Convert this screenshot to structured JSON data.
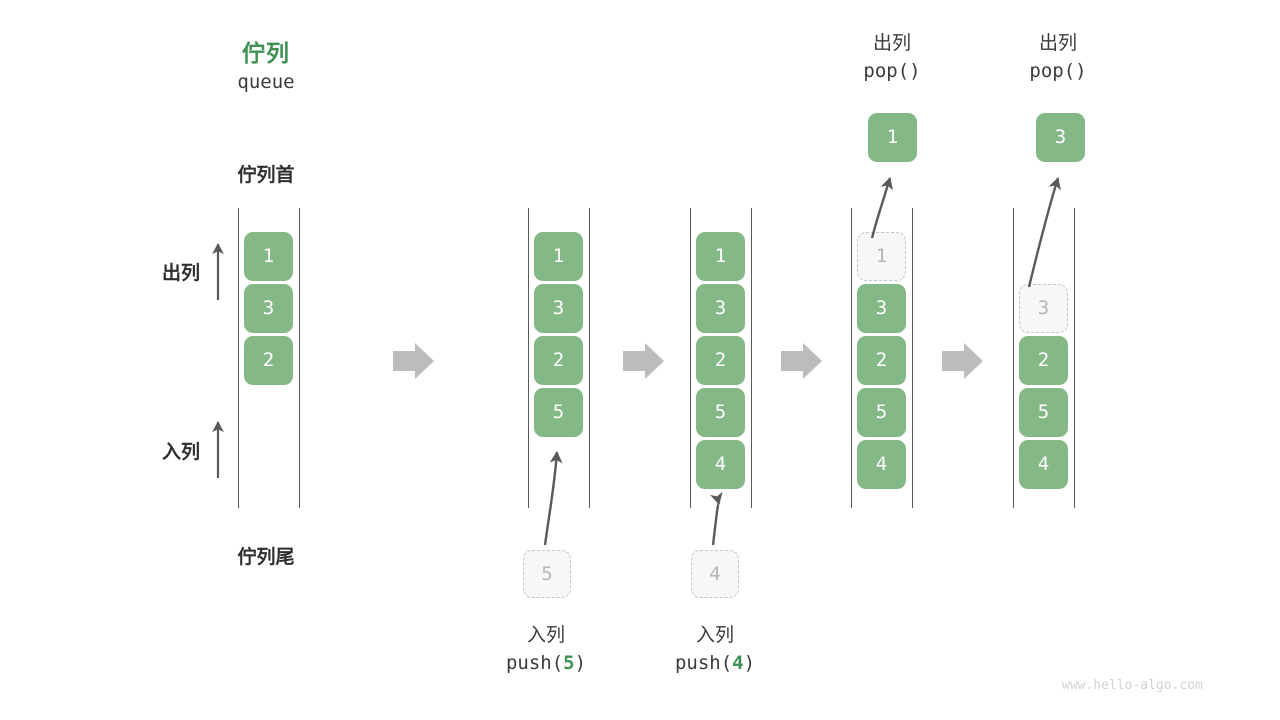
{
  "title": {
    "cn": "佇列",
    "en": "queue",
    "accent_color": "#3f9154"
  },
  "labels": {
    "head": "佇列首",
    "tail": "佇列尾",
    "dequeue": "出列",
    "enqueue": "入列"
  },
  "colors": {
    "node_fill": "#84b887",
    "node_text": "#ffffff",
    "ghost_fill": "#f7f7f7",
    "ghost_border": "#c6c6c6",
    "ghost_text": "#b6b6b6",
    "rail": "#5a5a5a",
    "arrow": "#5a5a5a",
    "block_arrow": "#bcbcbc",
    "accent": "#3f9154",
    "watermark": "#d2d2d2"
  },
  "columns": [
    {
      "id": "state-initial",
      "nodes": [
        {
          "value": "1",
          "state": "filled"
        },
        {
          "value": "3",
          "state": "filled"
        },
        {
          "value": "2",
          "state": "filled"
        }
      ]
    },
    {
      "id": "state-after-push-5",
      "nodes": [
        {
          "value": "1",
          "state": "filled"
        },
        {
          "value": "3",
          "state": "filled"
        },
        {
          "value": "2",
          "state": "filled"
        },
        {
          "value": "5",
          "state": "filled"
        }
      ],
      "incoming": {
        "value": "5",
        "state": "ghost"
      },
      "caption": {
        "cn": "入列",
        "fn": "push(",
        "arg": "5",
        "close": ")"
      }
    },
    {
      "id": "state-after-push-4",
      "nodes": [
        {
          "value": "1",
          "state": "filled"
        },
        {
          "value": "3",
          "state": "filled"
        },
        {
          "value": "2",
          "state": "filled"
        },
        {
          "value": "5",
          "state": "filled"
        },
        {
          "value": "4",
          "state": "filled"
        }
      ],
      "incoming": {
        "value": "4",
        "state": "ghost"
      },
      "caption": {
        "cn": "入列",
        "fn": "push(",
        "arg": "4",
        "close": ")"
      }
    },
    {
      "id": "state-after-pop-1",
      "nodes": [
        {
          "value": "1",
          "state": "ghost"
        },
        {
          "value": "3",
          "state": "filled"
        },
        {
          "value": "2",
          "state": "filled"
        },
        {
          "value": "5",
          "state": "filled"
        },
        {
          "value": "4",
          "state": "filled"
        }
      ],
      "popped": {
        "value": "1",
        "state": "filled"
      },
      "caption": {
        "cn": "出列",
        "fn": "pop(",
        "arg": "",
        "close": ")"
      }
    },
    {
      "id": "state-after-pop-3",
      "nodes": [
        {
          "value": "",
          "state": "empty"
        },
        {
          "value": "3",
          "state": "ghost"
        },
        {
          "value": "2",
          "state": "filled"
        },
        {
          "value": "5",
          "state": "filled"
        },
        {
          "value": "4",
          "state": "filled"
        }
      ],
      "popped": {
        "value": "3",
        "state": "filled"
      },
      "caption": {
        "cn": "出列",
        "fn": "pop(",
        "arg": "",
        "close": ")"
      }
    }
  ],
  "watermark": "www.hello-algo.com"
}
